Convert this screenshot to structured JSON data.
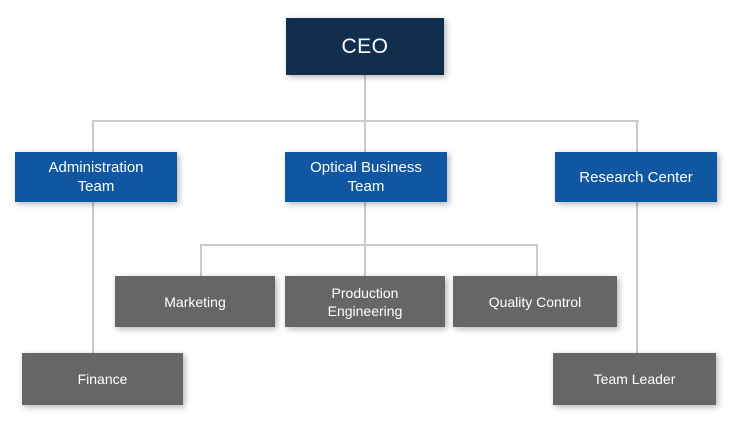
{
  "diagram": {
    "type": "org-chart",
    "root": {
      "label": "CEO",
      "lines": [
        "CEO"
      ]
    },
    "branches": [
      {
        "label": "Administration Team",
        "lines": [
          "Administration",
          "Team"
        ],
        "children": [
          {
            "label": "Finance",
            "lines": [
              "Finance"
            ]
          }
        ]
      },
      {
        "label": "Optical Business Team",
        "lines": [
          "Optical Business",
          "Team"
        ],
        "children": [
          {
            "label": "Marketing",
            "lines": [
              "Marketing"
            ]
          },
          {
            "label": "Production Engineering",
            "lines": [
              "Production",
              "Engineering"
            ]
          },
          {
            "label": "Quality Control",
            "lines": [
              "Quality Control"
            ]
          }
        ]
      },
      {
        "label": "Research Center",
        "lines": [
          "Research Center"
        ],
        "children": [
          {
            "label": "Team Leader",
            "lines": [
              "Team Leader"
            ]
          }
        ]
      }
    ]
  },
  "colors": {
    "root_box": "#122e4d",
    "level2_box": "#1056a0",
    "level3_box": "#666666",
    "connector_line": "#cbcbcb",
    "box_text": "#ffffff",
    "background": "#ffffff"
  }
}
